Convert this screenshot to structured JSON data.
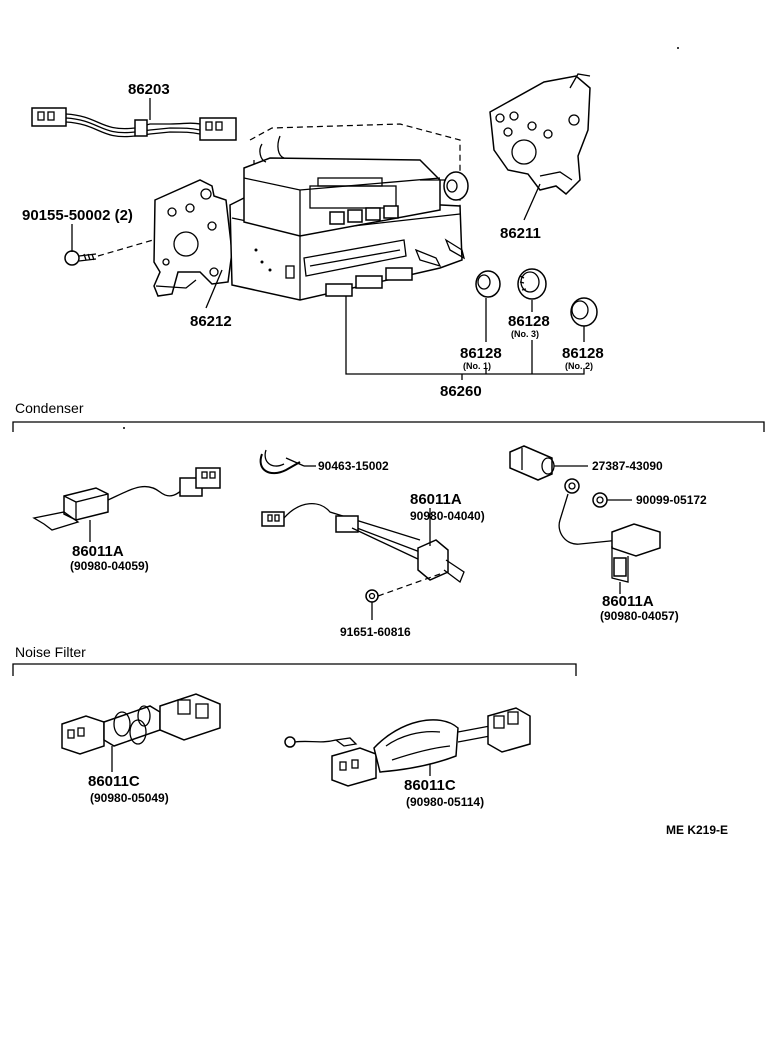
{
  "diagram_code": "ME K219-E",
  "sections": {
    "condenser": "Condenser",
    "noise_filter": "Noise Filter"
  },
  "parts": {
    "p86203": "86203",
    "p90155": "90155-50002 (2)",
    "p86212": "86212",
    "p86211": "86211",
    "p86128_1": "86128",
    "p86128_1_sub": "(No. 1)",
    "p86128_3": "86128",
    "p86128_3_sub": "(No. 3)",
    "p86128_2": "86128",
    "p86128_2_sub": "(No. 2)",
    "p86260": "86260",
    "cond_a_num": "86011A",
    "cond_a_sub": "(90980-04059)",
    "p90463": "90463-15002",
    "cond_b_num": "86011A",
    "cond_b_sub": "90980-04040)",
    "p91651": "91651-60816",
    "p27387": "27387-43090",
    "p90099": "90099-05172",
    "cond_c_num": "86011A",
    "cond_c_sub": "(90980-04057)",
    "nf_a_num": "86011C",
    "nf_a_sub": "(90980-05049)",
    "nf_b_num": "86011C",
    "nf_b_sub": "(90980-05114)"
  }
}
